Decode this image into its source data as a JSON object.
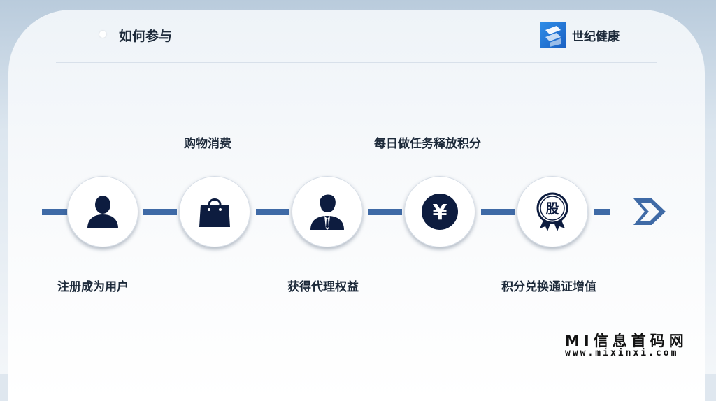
{
  "header": {
    "title": "如何参与"
  },
  "brand": {
    "name": "世纪健康",
    "logo_icon": "brand-logo-icon"
  },
  "steps": [
    {
      "label": "注册成为用户",
      "icon": "user-icon"
    },
    {
      "label": "购物消费",
      "icon": "shopping-bag-icon"
    },
    {
      "label": "获得代理权益",
      "icon": "agent-icon"
    },
    {
      "label": "每日做任务释放积分",
      "icon": "yen-coin-icon"
    },
    {
      "label": "积分兑换通证增值",
      "icon": "stock-badge-icon"
    }
  ],
  "badge_text": "股",
  "yen_symbol": "¥",
  "colors": {
    "accent": "#3f6aa6",
    "icon_fill": "#0d1c3f",
    "text": "#1d2a3a"
  },
  "watermark": {
    "main": "MI信息首码网",
    "url": "www.mixinxi.com"
  }
}
